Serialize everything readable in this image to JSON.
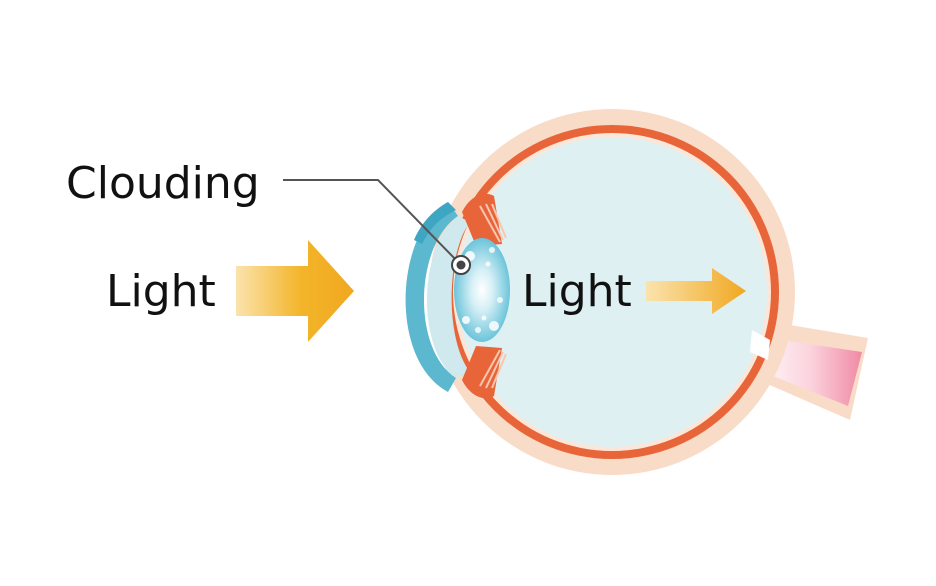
{
  "labels": {
    "clouding": "Clouding",
    "light_in": "Light",
    "light_inside": "Light"
  },
  "colors": {
    "sclera_outer": "#f8dcc8",
    "choroid": "#e8653a",
    "vitreous": "#dff0f2",
    "cornea": "#5bb8cf",
    "lens": "#6cc6dc",
    "arrow": "#f0a820",
    "optic_nerve": "#f090a8",
    "text": "#111111"
  }
}
